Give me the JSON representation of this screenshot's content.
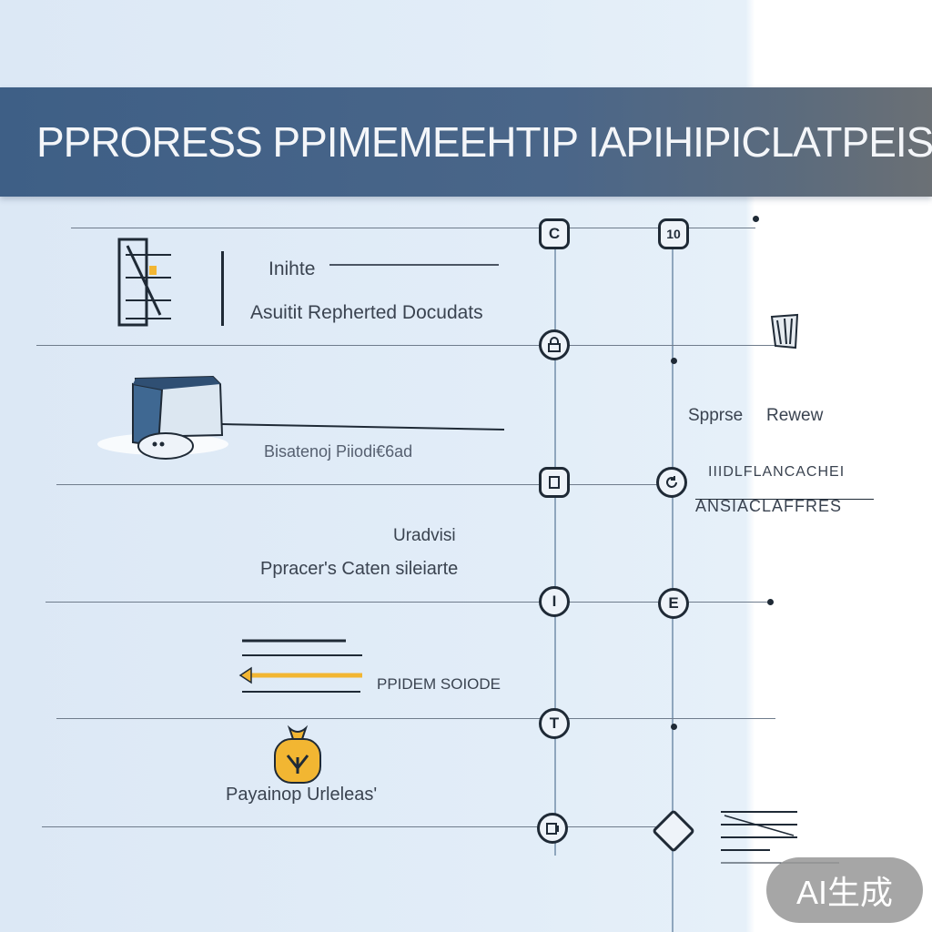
{
  "title": "PPRORESS PPIMEMEEHTIP IAPIHIPICLATPEIS",
  "steps": {
    "s1_top": "Inihte",
    "s1_bottom": "Asuitit Repherted Docudats",
    "s2": "Bisatenoj Piiodi€6ad",
    "s2_right_top": "Spprse",
    "s2_right_bottom": "Rewew",
    "s3_right_top": "IIIDLFLANCACHEI",
    "s3_right_bottom": "ANSIACLAFFRES",
    "s4_top": "Uradvisi",
    "s4_bottom": "Ppracer's Caten sileiarte",
    "s5": "PPIDEM SOIODE",
    "s6": "Payainop Urleleas'"
  },
  "nodes": {
    "n1": "C",
    "n2": "10",
    "n3": "I",
    "n4": "E",
    "n5": "T"
  },
  "badge": "AI生成",
  "colors": {
    "banner": "#3e5f86",
    "background": "#dce8f5",
    "node_stroke": "#1f2a36",
    "accent_yellow": "#f2b632"
  }
}
